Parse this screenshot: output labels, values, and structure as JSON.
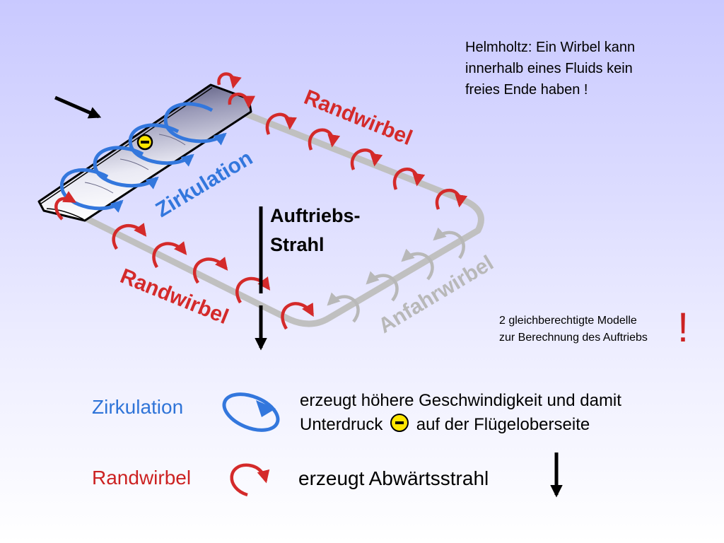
{
  "note": {
    "helmholtz_line1": "Helmholtz: Ein Wirbel kann",
    "helmholtz_line2": "innerhalb eines Fluids kein",
    "helmholtz_line3": "freies Ende haben !"
  },
  "labels": {
    "randwirbel_top": "Randwirbel",
    "randwirbel_bottom": "Randwirbel",
    "zirkulation": "Zirkulation",
    "auftrieb_line1": "Auftriebs-",
    "auftrieb_line2": "Strahl",
    "anfahrwirbel": "Anfahrwirbel"
  },
  "side_note": {
    "line1": "2 gleichberechtigte Modelle",
    "line2": "zur Berechnung des Auftriebs",
    "mark": "!"
  },
  "legend": {
    "zirkulation_label": "Zirkulation",
    "zirkulation_desc_line1": "erzeugt höhere Geschwindigkeit und damit",
    "zirkulation_desc_part1": "Unterdruck",
    "zirkulation_desc_part2": "auf der Flügeloberseite",
    "randwirbel_label": "Randwirbel",
    "randwirbel_desc": "erzeugt Abwärtsstrahl"
  },
  "colors": {
    "blue": "#3377dd",
    "red": "#d42a2a",
    "gray": "#b8b8b8",
    "minus_badge": "#ffe600"
  },
  "icons": [
    "incoming-flow-arrow",
    "minus-badge",
    "downwash-arrow",
    "circulation-loop-icon",
    "vortex-curl-icon",
    "down-arrow-icon"
  ]
}
